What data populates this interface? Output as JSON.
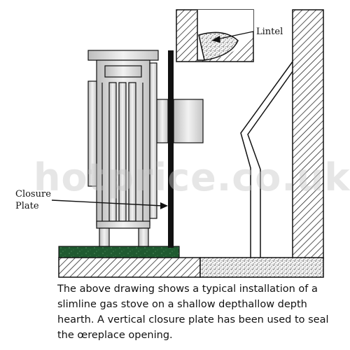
{
  "labels": {
    "lintel": "Lintel",
    "closure_plate_line1": "Closure",
    "closure_plate_line2": "Plate"
  },
  "watermark": "hotprice.co.uk",
  "caption_lines": [
    "The above drawing shows a typical installation of a",
    "slimline gas stove on a shallow depthallow depth",
    "hearth. A vertical closure plate has been used to seal",
    "the œreplace opening."
  ],
  "colors": {
    "hearth_green": "#1f5a30",
    "line": "#111111",
    "fill_light": "#e0e0e0"
  }
}
